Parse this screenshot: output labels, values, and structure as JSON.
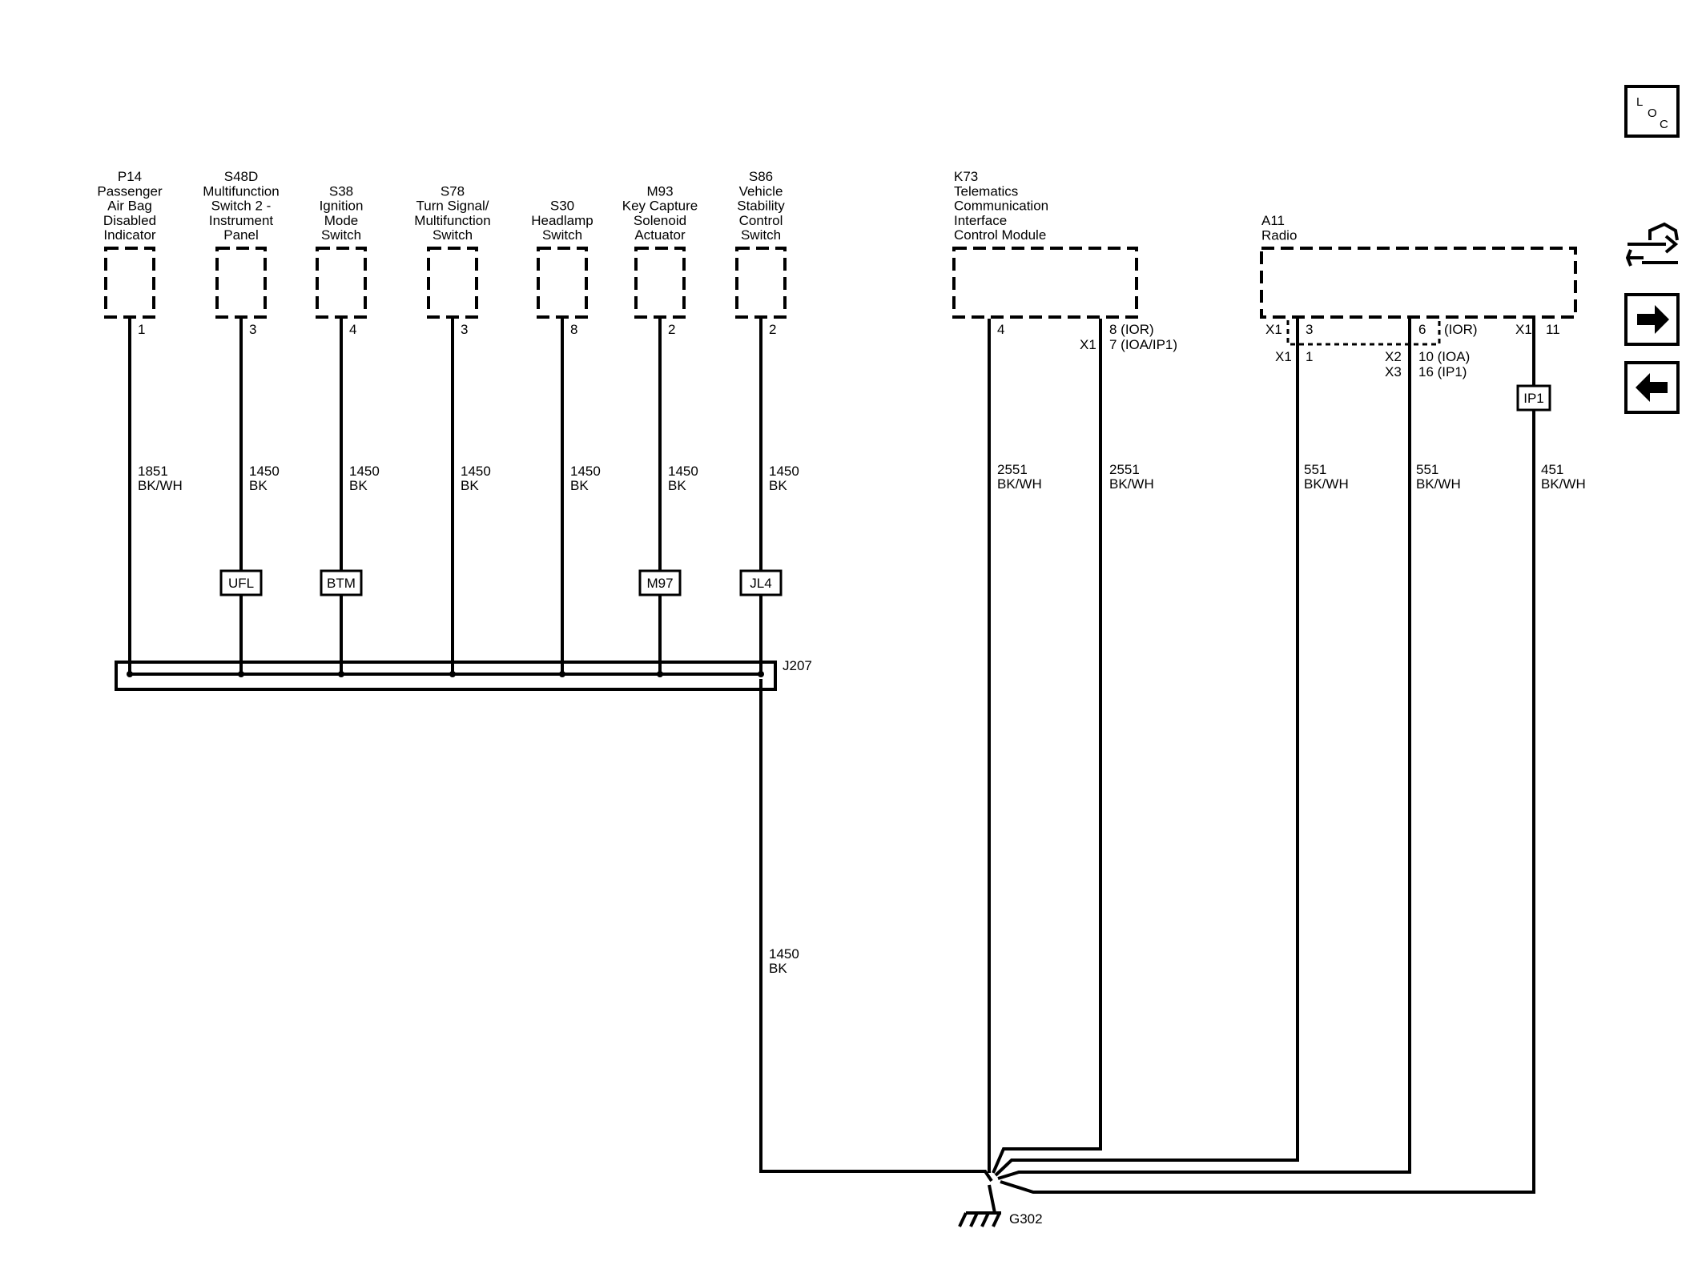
{
  "components": [
    {
      "id": "P14",
      "lines": [
        "P14",
        "Passenger",
        "Air Bag",
        "Disabled",
        "Indicator"
      ],
      "pin": "1",
      "circuit": "1851",
      "color": "BK/WH"
    },
    {
      "id": "S48D",
      "lines": [
        "S48D",
        "Multifunction",
        "Switch 2 -",
        "Instrument",
        "Panel"
      ],
      "pin": "3",
      "circuit": "1450",
      "color": "BK",
      "option": "UFL"
    },
    {
      "id": "S38",
      "lines": [
        "S38",
        "Ignition",
        "Mode",
        "Switch"
      ],
      "pin": "4",
      "circuit": "1450",
      "color": "BK",
      "option": "BTM"
    },
    {
      "id": "S78",
      "lines": [
        "S78",
        "Turn Signal/",
        "Multifunction",
        "Switch"
      ],
      "pin": "3",
      "circuit": "1450",
      "color": "BK"
    },
    {
      "id": "S30",
      "lines": [
        "S30",
        "Headlamp",
        "Switch"
      ],
      "pin": "8",
      "circuit": "1450",
      "color": "BK"
    },
    {
      "id": "M93",
      "lines": [
        "M93",
        "Key Capture",
        "Solenoid",
        "Actuator"
      ],
      "pin": "2",
      "circuit": "1450",
      "color": "BK",
      "option": "M97"
    },
    {
      "id": "S86",
      "lines": [
        "S86",
        "Vehicle",
        "Stability",
        "Control",
        "Switch"
      ],
      "pin": "2",
      "circuit": "1450",
      "color": "BK",
      "option": "JL4"
    }
  ],
  "k73": {
    "lines": [
      "K73",
      "Telematics",
      "Communication",
      "Interface",
      "Control Module"
    ],
    "pin_left": "4",
    "pin_right_1": "8  (IOR)",
    "pin_right_conn": "X1",
    "pin_right_2": "7  (IOA/IP1)",
    "wire_left": {
      "circuit": "2551",
      "color": "BK/WH"
    },
    "wire_right": {
      "circuit": "2551",
      "color": "BK/WH"
    }
  },
  "a11": {
    "lines": [
      "A11",
      "Radio"
    ],
    "conn_a1": "X1",
    "pin_a1": "3",
    "conn_a2": "X1",
    "pin_a2": "1",
    "pin_b1": "6",
    "pin_b1_opt": "(IOR)",
    "conn_b2": "X2",
    "pin_b2": "10 (IOA)",
    "conn_b3": "X3",
    "pin_b3": "16 (IP1)",
    "conn_c": "X1",
    "pin_c": "11",
    "option_c": "IP1",
    "wire_a": {
      "circuit": "551",
      "color": "BK/WH"
    },
    "wire_b": {
      "circuit": "551",
      "color": "BK/WH"
    },
    "wire_c": {
      "circuit": "451",
      "color": "BK/WH"
    }
  },
  "splice": "J207",
  "ground_wire": {
    "circuit": "1450",
    "color": "BK"
  },
  "ground": "G302",
  "sidebar": {
    "loc_letters": [
      "L",
      "O",
      "C"
    ],
    "icons": [
      "harness-tool-icon",
      "next-arrow-icon",
      "prev-arrow-icon"
    ]
  }
}
